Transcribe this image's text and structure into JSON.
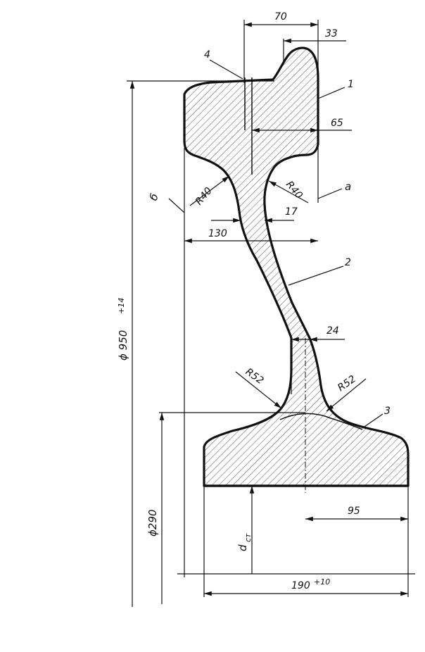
{
  "dimensions": {
    "top_width": "70",
    "head_offset": "33",
    "head_depth": "65",
    "web_thickness": "17",
    "overall_width": "130",
    "web_bottom": "24",
    "hub_half_width": "95",
    "hub_width_base": "190",
    "hub_width_tol": "+10",
    "rim_diameter_base": "ϕ 950",
    "rim_diameter_tol": "+14",
    "hub_diameter": "ϕ290",
    "axle_diameter": "d",
    "axle_sub": "ст",
    "fillet_upper_left": "R40",
    "fillet_upper_right": "R40",
    "fillet_lower_left": "R52",
    "fillet_lower_right": "R52"
  },
  "callouts": {
    "rim": "1",
    "disc": "2",
    "hub": "3",
    "flange": "4",
    "plane_a": "a",
    "plane_b": "б"
  }
}
